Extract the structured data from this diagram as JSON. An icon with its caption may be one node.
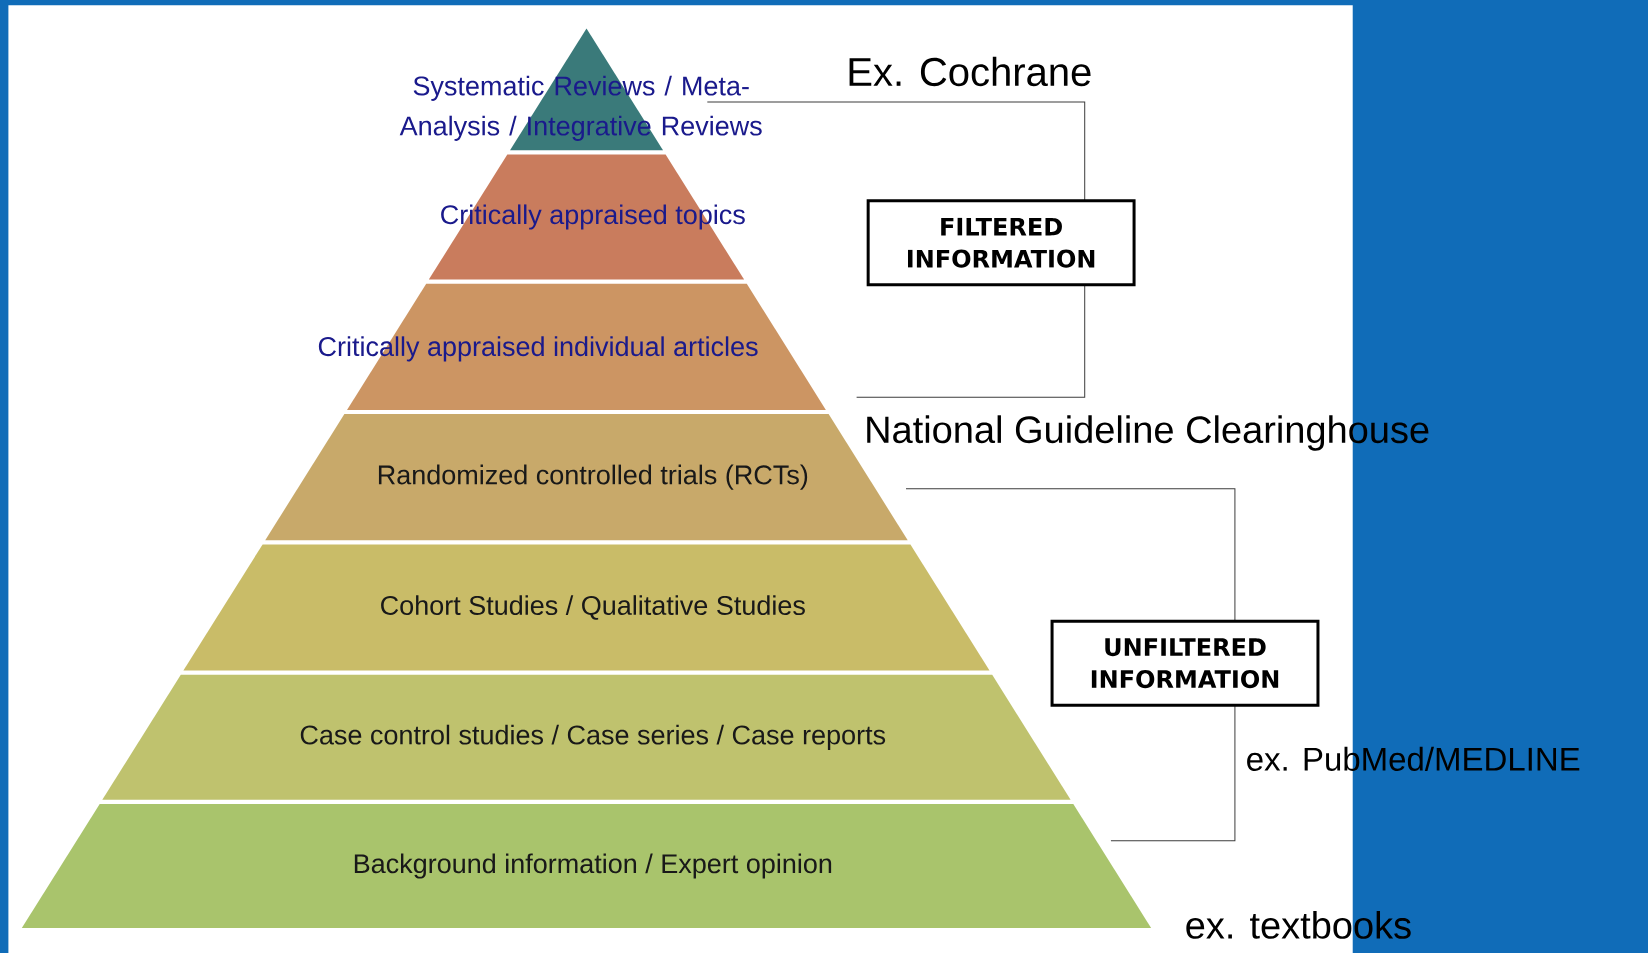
{
  "diagram": {
    "nodes": [
      {
        "text": [
          "Systematic Reviews / Meta-Analysis / Integrative Reviews"
        ]
      },
      {
        "text": [
          "Critically appraised topics"
        ]
      },
      {
        "text": [
          "Critically appraised individual articles"
        ]
      },
      {
        "text": [
          "Randomized controlled trials (RCTs)"
        ]
      },
      {
        "text": [
          "Cohort Studies / Qualitative Studies"
        ]
      },
      {
        "text": [
          "Case control studies / Case series / Case reports"
        ]
      },
      {
        "text": [
          "Background information / Expert opinion"
        ]
      },
      {
        "text": [
          "FILTERED INFORMATION"
        ]
      },
      {
        "text": [
          "UNFILTERED INFORMATION"
        ]
      }
    ],
    "labels": [
      "Ex. Cochrane",
      "National Guideline Clearinghouse",
      "ex. PubMed/MEDLINE",
      "ex. textbooks"
    ]
  }
}
